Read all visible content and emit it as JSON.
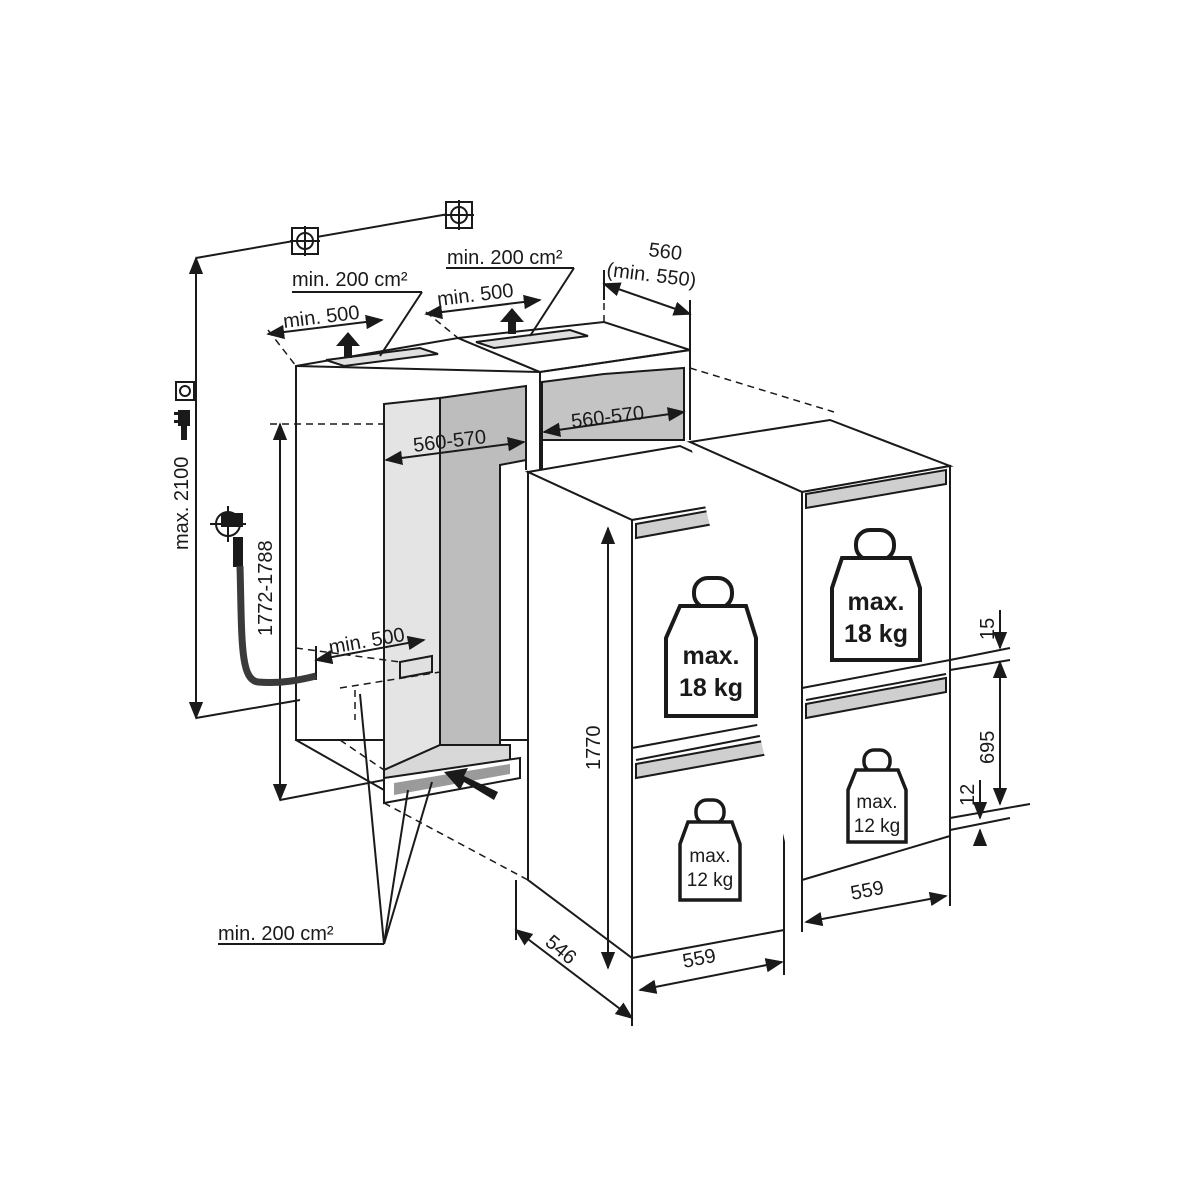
{
  "labels": {
    "vent_top_left_area": "min. 200 cm²",
    "vent_top_right_area": "min. 200 cm²",
    "vent_top_left_depth": "min. 500",
    "vent_top_right_depth": "min. 500",
    "niche_depth": "560",
    "niche_depth_min": "(min. 550)",
    "niche_width_left": "560-570",
    "niche_width_right": "560-570",
    "max_height": "max. 2100",
    "niche_height": "1772-1788",
    "vent_bottom_depth": "min. 500",
    "vent_bottom_area": "min. 200 cm²",
    "appliance_height": "1770",
    "appliance_depth": "546",
    "appliance_width_left": "559",
    "appliance_width_right": "559",
    "gap_top": "15",
    "drawer_height": "695",
    "gap_bottom": "12"
  },
  "loads": {
    "upper_left": {
      "line1": "max.",
      "line2": "18 kg"
    },
    "upper_right": {
      "line1": "max.",
      "line2": "18 kg"
    },
    "lower_left": {
      "line1": "max.",
      "line2": "12 kg"
    },
    "lower_right": {
      "line1": "max.",
      "line2": "12 kg"
    }
  },
  "icons": [
    "socket-icon",
    "plug-icon",
    "water-tap-icon",
    "weight-icon",
    "ventilation-arrow-icon"
  ]
}
